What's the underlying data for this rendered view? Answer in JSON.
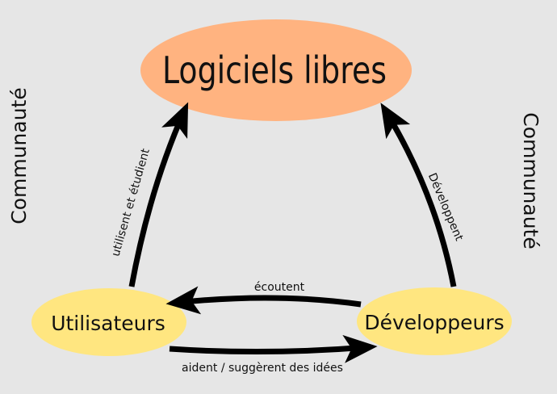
{
  "nodes": {
    "software": {
      "label": "Logiciels libres",
      "color": "#ffb380"
    },
    "users": {
      "label": "Utilisateurs",
      "color": "#ffe680"
    },
    "developers": {
      "label": "Développeurs",
      "color": "#ffe680"
    }
  },
  "edges": {
    "users_to_software": "utilisent et étudient",
    "developers_to_software": "Développent",
    "developers_to_users": "écoutent",
    "users_to_developers": "aident / suggèrent des idées"
  },
  "sides": {
    "left": "Communauté",
    "right": "Communauté"
  },
  "colors": {
    "background": "#e6e6e6",
    "arrow": "#000000"
  }
}
